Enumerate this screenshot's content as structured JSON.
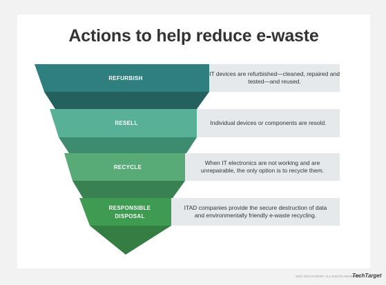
{
  "title": "Actions to help reduce e-waste",
  "stages": [
    {
      "label_lines": [
        "REFURBISH"
      ],
      "description": "IT devices are refurbished—cleaned, repaired and tested—and reused.",
      "color": "#2e7f7d"
    },
    {
      "label_lines": [
        "RESELL"
      ],
      "description": "Individual devices or components are resold.",
      "color": "#58b097"
    },
    {
      "label_lines": [
        "RECYCLE"
      ],
      "description": "When IT electronics are not working and are unrepairable, the only option is to recycle them.",
      "color": "#58ab77"
    },
    {
      "label_lines": [
        "RESPONSIBLE",
        "DISPOSAL"
      ],
      "description": "ITAD companies provide the secure destruction of data and environmentally friendly e-waste recycling.",
      "color": "#3f9a52"
    }
  ],
  "connector_colors": [
    "#23605e",
    "#3e8c70",
    "#3a8151",
    "#347d43"
  ],
  "footer_text": "2023 TECHTARGET. ALL RIGHTS RESERVED",
  "brand": "TechTarget"
}
